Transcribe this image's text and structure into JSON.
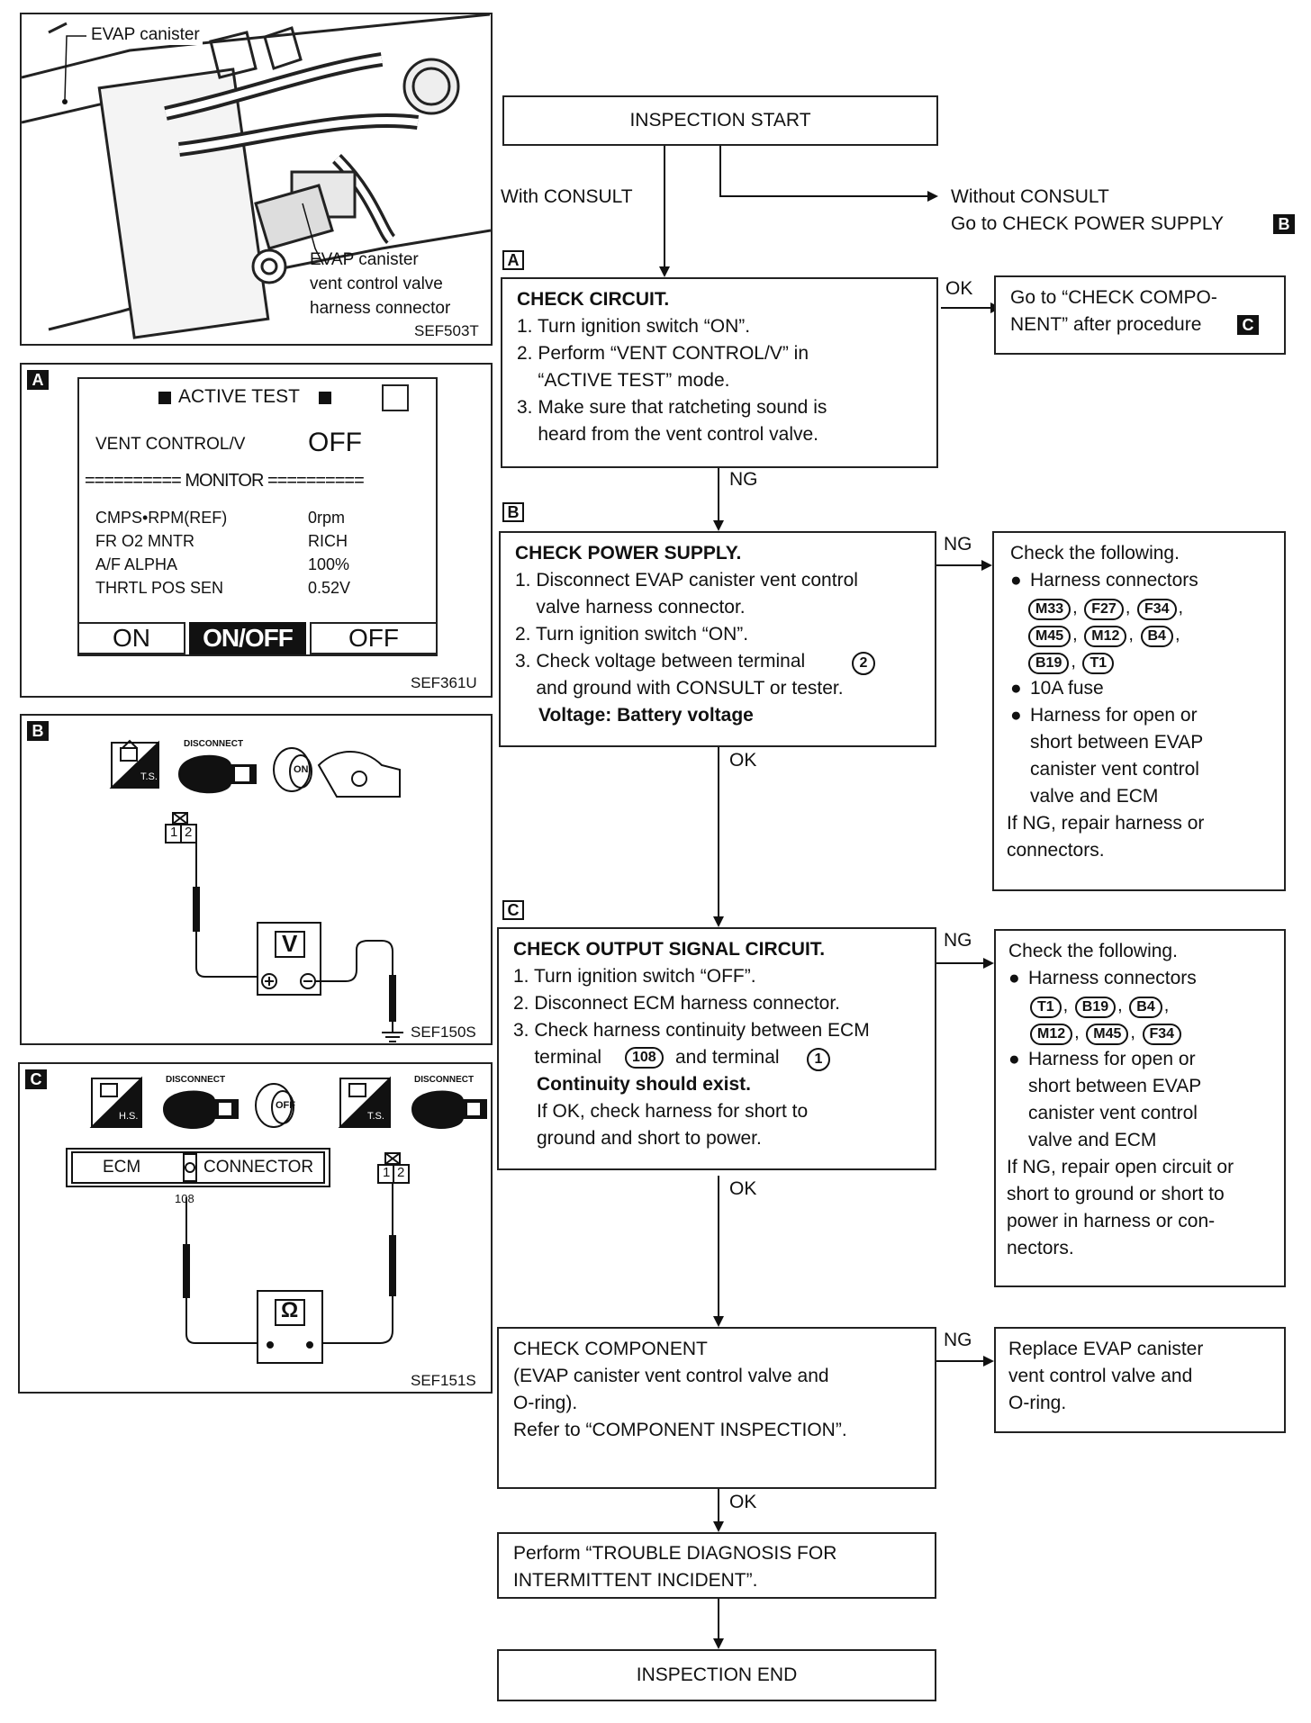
{
  "photo": {
    "label_canister": "EVAP canister",
    "label_connector_1": "EVAP canister",
    "label_connector_2": "vent control valve",
    "label_connector_3": "harness connector",
    "ref": "SEF503T"
  },
  "panel_a": {
    "tag": "A",
    "title": "ACTIVE TEST",
    "item_name": "VENT CONTROL/V",
    "item_value": "OFF",
    "monitor": "========== MONITOR ==========",
    "rows": [
      {
        "name": "CMPS•RPM(REF)",
        "value": "0rpm"
      },
      {
        "name": "FR O2 MNTR",
        "value": "RICH"
      },
      {
        "name": "A/F ALPHA",
        "value": "100%"
      },
      {
        "name": "THRTL POS SEN",
        "value": "0.52V"
      }
    ],
    "btn_on": "ON",
    "btn_onoff": "ON/OFF",
    "btn_off": "OFF",
    "ref": "SEF361U"
  },
  "panel_b": {
    "tag": "B",
    "ts": "T.S.",
    "disconnect": "DISCONNECT",
    "ign": "ON",
    "pin1": "1",
    "pin2": "2",
    "meter": "V",
    "ref": "SEF150S"
  },
  "panel_c": {
    "tag": "C",
    "hs": "H.S.",
    "ts": "T.S.",
    "disconnect1": "DISCONNECT",
    "disconnect2": "DISCONNECT",
    "ign": "OFF",
    "ecm": "ECM",
    "connector": "CONNECTOR",
    "terminal": "108",
    "pin1": "1",
    "pin2": "2",
    "meter": "Ω",
    "ref": "SEF151S"
  },
  "flow": {
    "start": "INSPECTION START",
    "with_consult": "With CONSULT",
    "without_consult_1": "Without CONSULT",
    "without_consult_2": "Go to CHECK POWER SUPPLY",
    "without_consult_tag": "B",
    "tag_a": "A",
    "tag_b": "B",
    "tag_c": "C",
    "step_a": {
      "title": "CHECK CIRCUIT.",
      "lines": [
        "1. Turn ignition switch “ON”.",
        "2. Perform “VENT CONTROL/V” in",
        "    “ACTIVE TEST” mode.",
        "3. Make sure that ratcheting sound is",
        "    heard from the vent control valve."
      ]
    },
    "ok_a": "OK",
    "result_a_1": "Go to “CHECK COMPO-",
    "result_a_2": "NENT” after procedure",
    "result_a_tag": "C",
    "ng_a": "NG",
    "step_b": {
      "title": "CHECK POWER SUPPLY.",
      "l1": "1. Disconnect EVAP canister vent control",
      "l2": "    valve harness connector.",
      "l3": "2. Turn ignition switch “ON”.",
      "l4a": "3. Check voltage between terminal",
      "l4term": "2",
      "l5": "    and ground with CONSULT or tester.",
      "l6": "Voltage: Battery voltage"
    },
    "ng_b": "NG",
    "ok_b": "OK",
    "result_b": {
      "head": "Check the following.",
      "bullet1": "Harness connectors",
      "conn_row1": [
        "M33",
        "F27",
        "F34"
      ],
      "conn_row2": [
        "M45",
        "M12",
        "B4"
      ],
      "conn_row3": [
        "B19",
        "T1"
      ],
      "bullet2": "10A fuse",
      "bullet3_1": "Harness for open or",
      "bullet3_2": "short between EVAP",
      "bullet3_3": "canister vent control",
      "bullet3_4": "valve and ECM",
      "tail1": "If NG, repair harness or",
      "tail2": "connectors."
    },
    "step_c": {
      "title": "CHECK OUTPUT SIGNAL CIRCUIT.",
      "l1": "1. Turn ignition switch “OFF”.",
      "l2": "2. Disconnect ECM harness connector.",
      "l3": "3. Check harness continuity between ECM",
      "l4a": "    terminal",
      "l4term1": "108",
      "l4b": "and terminal",
      "l4term2": "1",
      "l5": "Continuity should exist.",
      "l6": "If OK, check harness for short to",
      "l7": "ground and short to power."
    },
    "ng_c": "NG",
    "ok_c": "OK",
    "result_c": {
      "head": "Check the following.",
      "bullet1": "Harness connectors",
      "conn_row1": [
        "T1",
        "B19",
        "B4"
      ],
      "conn_row2": [
        "M12",
        "M45",
        "F34"
      ],
      "bullet2_1": "Harness for open or",
      "bullet2_2": "short between EVAP",
      "bullet2_3": "canister vent control",
      "bullet2_4": "valve and ECM",
      "tail1": "If NG, repair open circuit or",
      "tail2": "short to ground or short to",
      "tail3": "power in harness or con-",
      "tail4": "nectors."
    },
    "step_d": {
      "l1": "CHECK COMPONENT",
      "l2": "(EVAP canister vent control valve and",
      "l3": "O-ring).",
      "l4": "Refer to “COMPONENT INSPECTION”."
    },
    "ng_d": "NG",
    "ok_d": "OK",
    "result_d": {
      "l1": "Replace EVAP canister",
      "l2": "vent control valve and",
      "l3": "O-ring."
    },
    "step_e": {
      "l1": "Perform “TROUBLE DIAGNOSIS FOR",
      "l2": "INTERMITTENT INCIDENT”."
    },
    "end": "INSPECTION END"
  }
}
